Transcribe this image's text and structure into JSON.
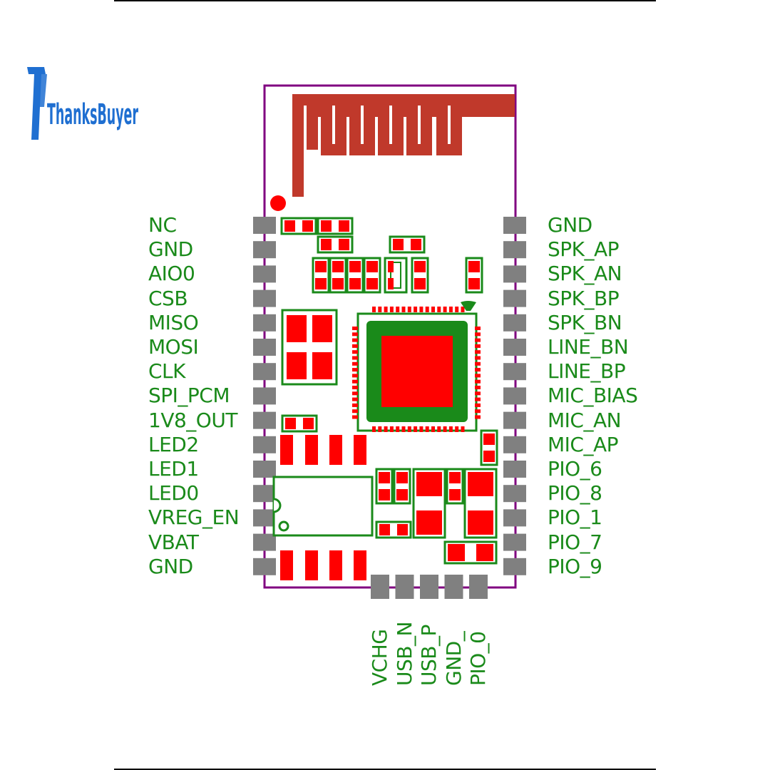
{
  "brand": {
    "logo_text": "ThanksBuyer",
    "logo_color": "#1f6fd1"
  },
  "colors": {
    "outline": "#800080",
    "antenna": "#c0392b",
    "pad_gray": "#808080",
    "pad_red": "#ff0000",
    "silk_green": "#1a8a1a",
    "label_green": "#1a8a1a"
  },
  "pins": {
    "left": [
      "NC",
      "GND",
      "AIO0",
      "CSB",
      "MISO",
      "MOSI",
      "CLK",
      "SPI_PCM",
      "1V8_OUT",
      "LED2",
      "LED1",
      "LED0",
      "VREG_EN",
      "VBAT",
      "GND"
    ],
    "right": [
      "GND",
      "SPK_AP",
      "SPK_AN",
      "SPK_BP",
      "SPK_BN",
      "LINE_BN",
      "LINE_BP",
      "MIC_BIAS",
      "MIC_AN",
      "MIC_AP",
      "PIO_6",
      "PIO_8",
      "PIO_1",
      "PIO_7",
      "PIO_9"
    ],
    "bottom": [
      "VCHG",
      "USB_N",
      "USB_P",
      "GND_",
      "PIO_0"
    ]
  }
}
